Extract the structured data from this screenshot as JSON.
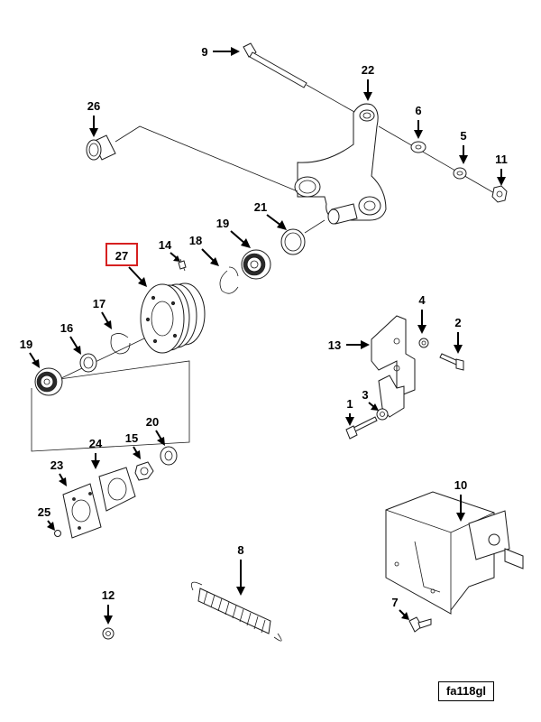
{
  "figure_code": "fa118gl",
  "highlight_color": "#d62020",
  "callouts": [
    {
      "id": "c9",
      "label": "9",
      "icon": "arrow-right"
    },
    {
      "id": "c22",
      "label": "22",
      "icon": "arrow-down"
    },
    {
      "id": "c26",
      "label": "26",
      "icon": "arrow-down"
    },
    {
      "id": "c6",
      "label": "6",
      "icon": "arrow-down"
    },
    {
      "id": "c5",
      "label": "5",
      "icon": "arrow-down"
    },
    {
      "id": "c11",
      "label": "11",
      "icon": "arrow-down"
    },
    {
      "id": "c21",
      "label": "21",
      "icon": "arrow-down"
    },
    {
      "id": "c19a",
      "label": "19",
      "icon": "arrow-down"
    },
    {
      "id": "c27",
      "label": "27",
      "icon": "arrow-down",
      "highlighted": true
    },
    {
      "id": "c14",
      "label": "14",
      "icon": "arrow-down"
    },
    {
      "id": "c18",
      "label": "18",
      "icon": "arrow-down"
    },
    {
      "id": "c17",
      "label": "17",
      "icon": "arrow-down"
    },
    {
      "id": "c16",
      "label": "16",
      "icon": "arrow-down"
    },
    {
      "id": "c19b",
      "label": "19",
      "icon": "arrow-down"
    },
    {
      "id": "c4",
      "label": "4",
      "icon": "arrow-down"
    },
    {
      "id": "c2",
      "label": "2",
      "icon": "arrow-down"
    },
    {
      "id": "c13",
      "label": "13",
      "icon": "arrow-right"
    },
    {
      "id": "c3",
      "label": "3",
      "icon": "arrow-down"
    },
    {
      "id": "c1",
      "label": "1",
      "icon": "arrow-down"
    },
    {
      "id": "c20",
      "label": "20",
      "icon": "arrow-down"
    },
    {
      "id": "c24",
      "label": "24",
      "icon": "arrow-down"
    },
    {
      "id": "c15",
      "label": "15",
      "icon": "arrow-down"
    },
    {
      "id": "c23",
      "label": "23",
      "icon": "arrow-down"
    },
    {
      "id": "c25",
      "label": "25",
      "icon": "arrow-down"
    },
    {
      "id": "c10",
      "label": "10",
      "icon": "arrow-down"
    },
    {
      "id": "c8",
      "label": "8",
      "icon": "arrow-down"
    },
    {
      "id": "c12",
      "label": "12",
      "icon": "arrow-down"
    },
    {
      "id": "c7",
      "label": "7",
      "icon": "arrow-down"
    }
  ]
}
